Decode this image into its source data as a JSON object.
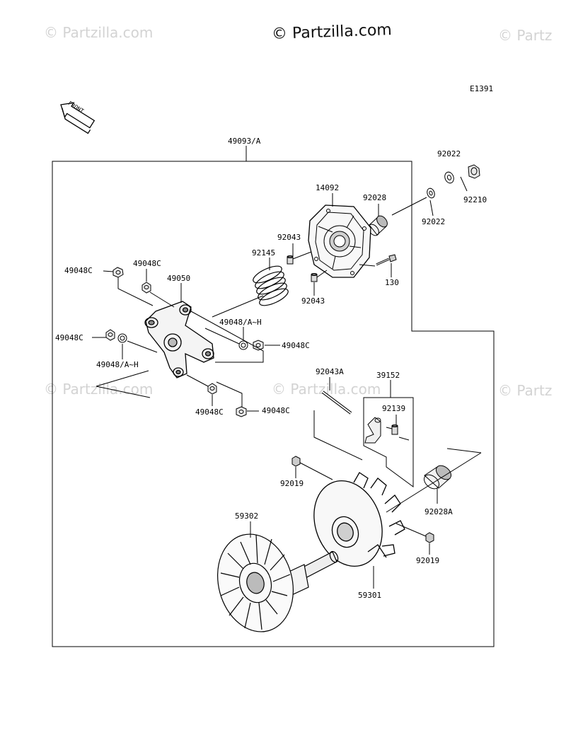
{
  "watermark": {
    "main": "© Partzilla.com",
    "faint_top_left": "© Partzilla.com",
    "faint_top_right": "© Partz",
    "faint_mid_left": "© Partzilla.com",
    "faint_mid_center": "© Partzilla.com",
    "faint_mid_right": "© Partz"
  },
  "diagram_code": "E1391",
  "front_label": "FRONT",
  "parts": {
    "assembly": "49093/A",
    "p14092": "14092",
    "p92022_top": "92022",
    "p92022_bottom": "92022",
    "p92210": "92210",
    "p92028": "92028",
    "p92043_top": "92043",
    "p92043_bottom": "92043",
    "p130": "130",
    "p92145": "92145",
    "p49048c_a": "49048C",
    "p49048c_b": "49048C",
    "p49050": "49050",
    "p49048ah_a": "49048/A~H",
    "p49048c_c": "49048C",
    "p49048c_d": "49048C",
    "p49048ah_b": "49048/A~H",
    "p49048c_e": "49048C",
    "p49048c_f": "49048C",
    "p92043a": "92043A",
    "p39152": "39152",
    "p92139": "92139",
    "p92019_a": "92019",
    "p92028a": "92028A",
    "p59302": "59302",
    "p92019_b": "92019",
    "p59301": "59301"
  }
}
